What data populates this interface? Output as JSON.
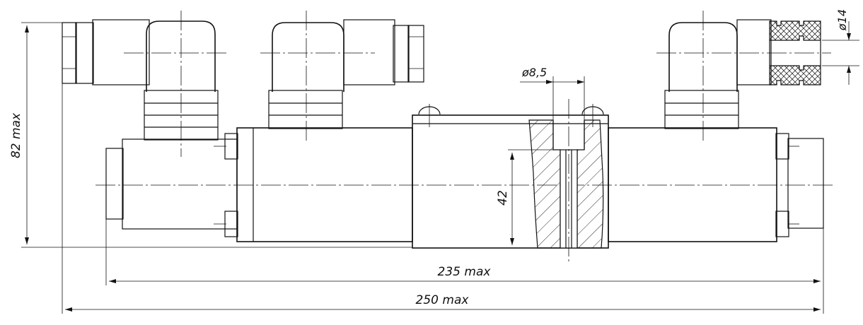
{
  "drawing": {
    "dimensions": {
      "height_max": "82 max",
      "body_length_max": "235 max",
      "overall_length_max": "250 max",
      "body_height": "42",
      "port_diameter": "ø8,5",
      "connector_diameter": "ø14"
    }
  }
}
